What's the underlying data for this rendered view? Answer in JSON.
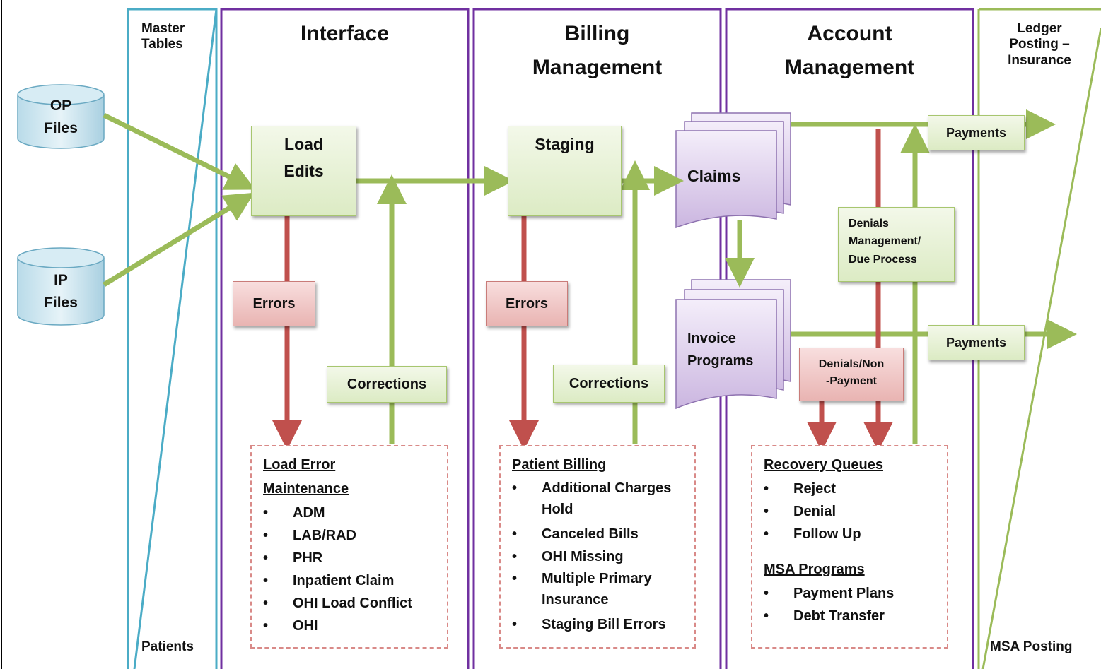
{
  "columns": {
    "master_tables": "Master Tables",
    "patients": "Patients",
    "interface": "Interface",
    "billing_line1": "Billing",
    "billing_line2": "Management",
    "account_line1": "Account",
    "account_line2": "Management",
    "ledger": "Ledger Posting – Insurance",
    "msa_posting": "MSA Posting"
  },
  "sources": {
    "op_line1": "OP",
    "op_line2": "Files",
    "ip_line1": "IP",
    "ip_line2": "Files"
  },
  "process_boxes": {
    "load_line1": "Load",
    "load_line2": "Edits",
    "staging": "Staging",
    "errors_interface": "Errors",
    "errors_billing": "Errors",
    "corrections_interface": "Corrections",
    "corrections_billing": "Corrections",
    "claims": "Claims",
    "invoice_line1": "Invoice",
    "invoice_line2": "Programs",
    "denials_mgmt_line1": "Denials",
    "denials_mgmt_line2": "Management/",
    "denials_mgmt_line3": "Due Process",
    "denials_nonpay_line1": "Denials/Non",
    "denials_nonpay_line2": "-Payment",
    "payments_top": "Payments",
    "payments_bottom": "Payments"
  },
  "lists": {
    "load_error": {
      "title_line1": "Load Error",
      "title_line2": "Maintenance",
      "items": [
        "ADM",
        "LAB/RAD",
        "PHR",
        "Inpatient Claim",
        "OHI Load Conflict",
        "OHI"
      ]
    },
    "patient_billing": {
      "title": "Patient Billing",
      "items": [
        "Additional Charges Hold",
        "Canceled Bills",
        "OHI Missing",
        "Multiple Primary Insurance",
        "Staging Bill Errors"
      ]
    },
    "recovery": {
      "title": "Recovery Queues",
      "items": [
        "Reject",
        "Denial",
        "Follow Up"
      ],
      "msa_title": "MSA Programs",
      "msa_items": [
        "Payment Plans",
        "Debt Transfer"
      ]
    }
  },
  "colors": {
    "teal": "#4bacc6",
    "purple": "#7030a0",
    "green_arrow": "#9bbb59",
    "red_arrow": "#c0504d"
  }
}
